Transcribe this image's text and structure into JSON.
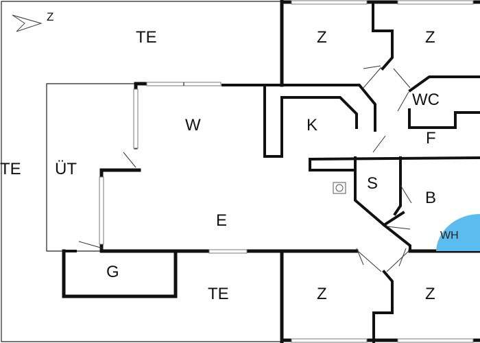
{
  "compass": {
    "label": "Z",
    "icon": "north-arrow-icon"
  },
  "rooms": {
    "te_top": "TE",
    "te_left": "TE",
    "te_bottom": "TE",
    "ut": "ÜT",
    "w": "W",
    "e": "E",
    "k": "K",
    "s": "S",
    "b": "B",
    "wc": "WC",
    "f": "F",
    "g": "G",
    "z1": "Z",
    "z2": "Z",
    "z3": "Z",
    "z4": "Z",
    "wh": "WH"
  },
  "colors": {
    "water_heater": "#5bbcf0",
    "walls": "#111111",
    "background": "#ffffff"
  }
}
